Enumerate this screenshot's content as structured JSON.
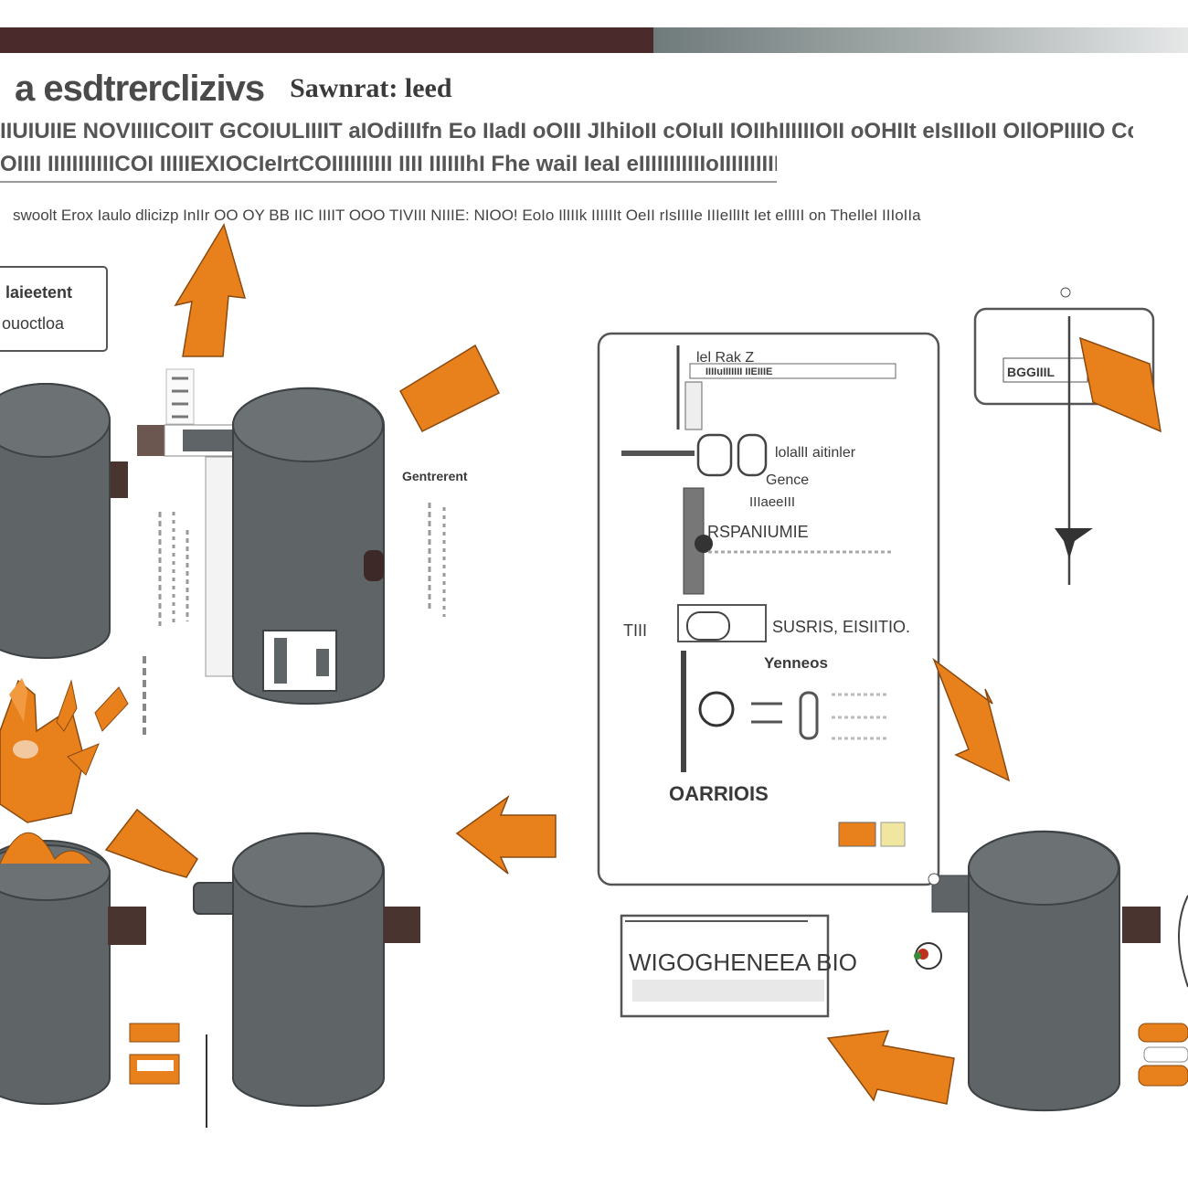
{
  "header": {
    "title": "a esdtrerclizivs",
    "subtitle": "Sawnrat: leed",
    "line1": "IIUIUIIE NOVIIIICOIIT GCOIULIIIIT aIOdiIIIfn Eo IIadI oOIII JlhiIoII cOIuII IOIIhIIIIIIOII oOHIIt eIsIIIoII OIlOPIIIIO CcaEIIIF",
    "line2": "OIIII IIIIIIIIIIICOI IIIIIEXIOCIeIrtCOIIIIIIIIII IIII IIIIIIhI Fhe waiI IeaI eIIIIIIIIIIIoIIIIIIIIIIIIIIIIIIIe",
    "caption": "swoolt Erox Iaulo dlicizp InIIr OO OY BB IIC IIIIT OOO TIVIII NIIIE: NIOO! EoIo IlIIIk IIIIIIt OeII rIsIIIIe IIIeIlIIt Iet eIlIII on TheIleI IIIoIIa"
  },
  "labels": {
    "top_left_box_line1": "laieetent",
    "top_left_box_line2": "ouoctloa",
    "mid_label": "Gentrerent",
    "panel_row1": "lel Rak Z",
    "panel_row2": "IIIIuIIIIIII IIEIIIE",
    "panel_row3": "lolallI aitinler",
    "panel_row4": "Gence",
    "panel_row5": "IIIaeeIII",
    "panel_row6": "RSPANIUMIE",
    "panel_row7": "SUSRIS, EISIITIO.",
    "panel_row8": "Yenneos",
    "panel_row9": "TIII",
    "panel_footer": "OARRIOIS",
    "right_box": "BGGIIIL",
    "bottom_box": "WIGOGHENEEA BIO"
  },
  "colors": {
    "orange": "#e8801c",
    "tank": "#5f6466",
    "tank_top": "#6c7173",
    "tank_edge": "#3d4244",
    "pipe": "#4a3430",
    "line": "#555555"
  }
}
